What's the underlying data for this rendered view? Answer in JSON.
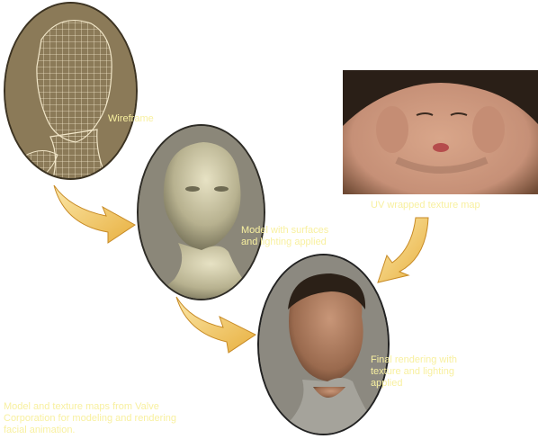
{
  "stages": {
    "wireframe": {
      "label": "Wireframe"
    },
    "model": {
      "label": "Model with surfaces\nand lighting applied"
    },
    "texture_map": {
      "label": "UV wrapped texture map"
    },
    "final": {
      "label": "Final rendering with\ntexture and lighting\napplied"
    }
  },
  "caption": "Model and texture maps from Valve\nCorporation for modeling and rendering\nfacial animation.",
  "colors": {
    "label_text": "#f8f0a0",
    "arrow_fill": "#e8b040",
    "arrow_highlight": "#fbe7a8"
  }
}
